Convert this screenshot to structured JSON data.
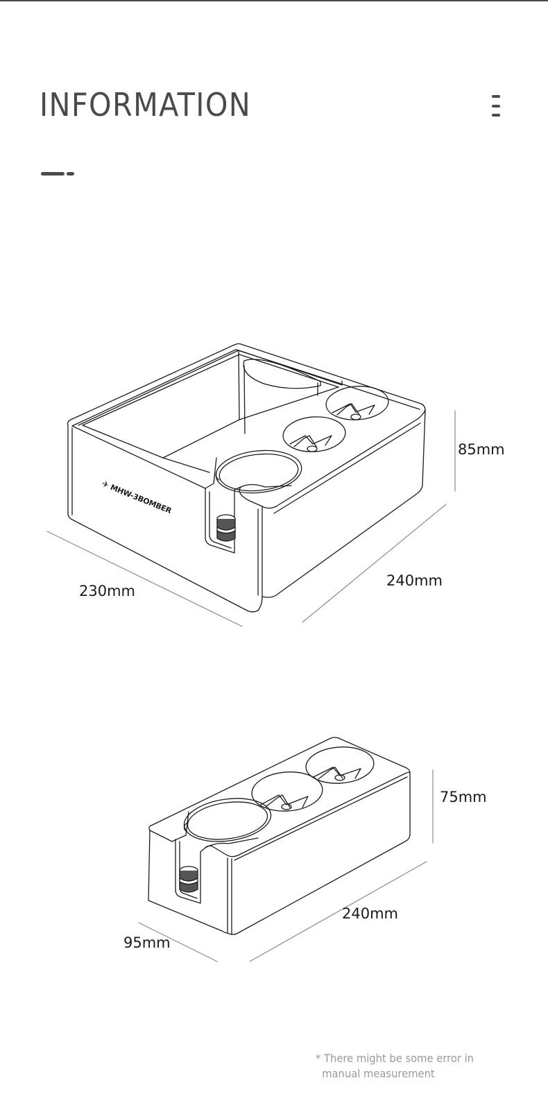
{
  "header": {
    "title": "INFORMATION",
    "menu_icon": "vertical-dashes-menu-icon",
    "accent_color": "#4a4a4a"
  },
  "products": [
    {
      "name": "knock-box-with-tamper-station",
      "brand_label": "MHW-3BOMBER",
      "dimensions": {
        "width": "230mm",
        "depth": "240mm",
        "height": "85mm"
      }
    },
    {
      "name": "tamper-station",
      "dimensions": {
        "width": "95mm",
        "depth": "240mm",
        "height": "75mm"
      }
    }
  ],
  "footnote": {
    "line1": "* There might be some error in",
    "line2": "manual measurement"
  }
}
